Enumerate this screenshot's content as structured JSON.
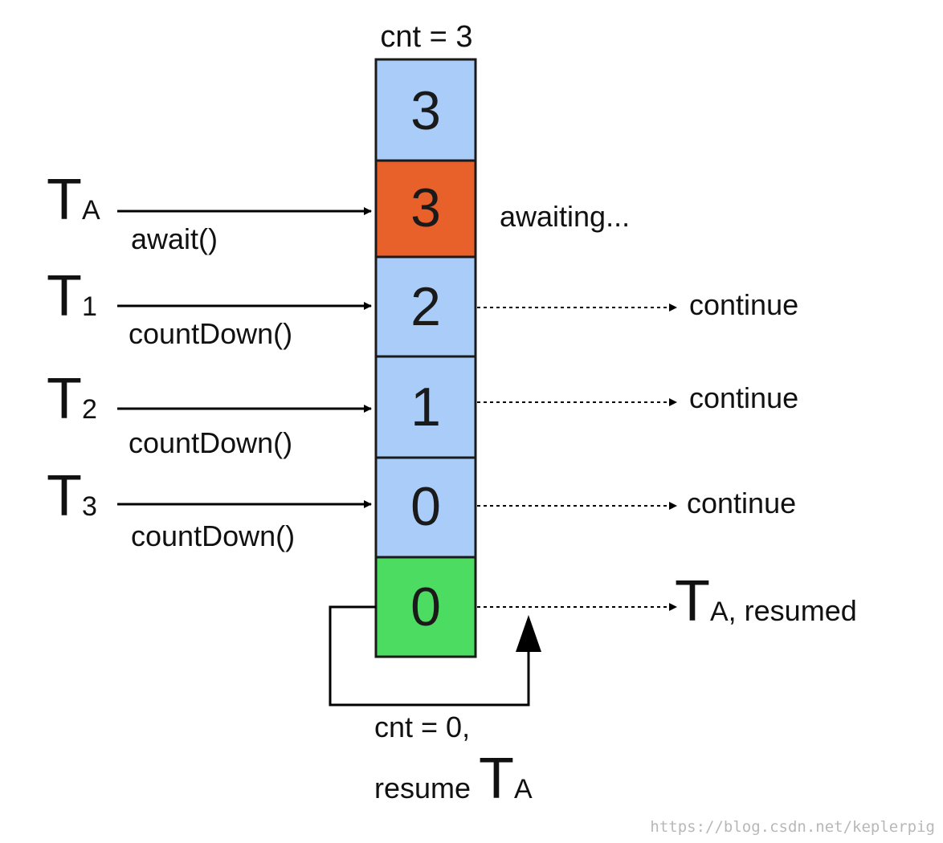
{
  "top_label": "cnt = 3",
  "cells": [
    {
      "value": "3",
      "color": "#a9cdf8"
    },
    {
      "value": "3",
      "color": "#e8602a"
    },
    {
      "value": "2",
      "color": "#a9cdf8"
    },
    {
      "value": "1",
      "color": "#a9cdf8"
    },
    {
      "value": "0",
      "color": "#a9cdf8"
    },
    {
      "value": "0",
      "color": "#4cdc62"
    }
  ],
  "threads": [
    {
      "name": "T",
      "sub": "A",
      "call": "await()"
    },
    {
      "name": "T",
      "sub": "1",
      "call": "countDown()"
    },
    {
      "name": "T",
      "sub": "2",
      "call": "countDown()"
    },
    {
      "name": "T",
      "sub": "3",
      "call": "countDown()"
    }
  ],
  "awaiting_label": "awaiting...",
  "continue_labels": [
    "continue",
    "continue",
    "continue"
  ],
  "resumed": {
    "name": "T",
    "sub": "A",
    "suffix": ", resumed"
  },
  "bottom": {
    "line1": "cnt = 0,",
    "line2": "resume",
    "name": "T",
    "sub": "A"
  },
  "watermark": "https://blog.csdn.net/keplerpig"
}
